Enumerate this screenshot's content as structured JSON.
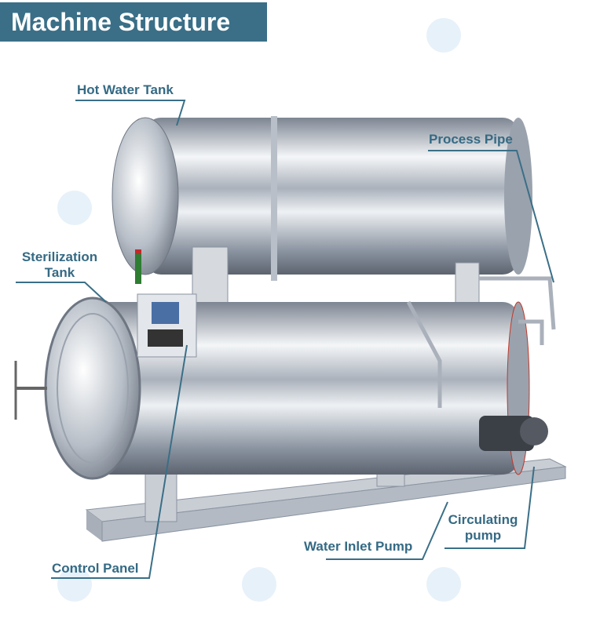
{
  "title": "Machine Structure",
  "labels": {
    "hot_water_tank": "Hot Water Tank",
    "process_pipe": "Process Pipe",
    "sterilization_tank_line1": "Sterilization",
    "sterilization_tank_line2": "Tank",
    "control_panel": "Control Panel",
    "water_inlet_pump": "Water Inlet Pump",
    "circulating_pump_line1": "Circulating",
    "circulating_pump_line2": "pump"
  },
  "colors": {
    "accent": "#3a6f87",
    "steel_light": "#eef1f4",
    "steel_dark": "#8a93a0"
  }
}
